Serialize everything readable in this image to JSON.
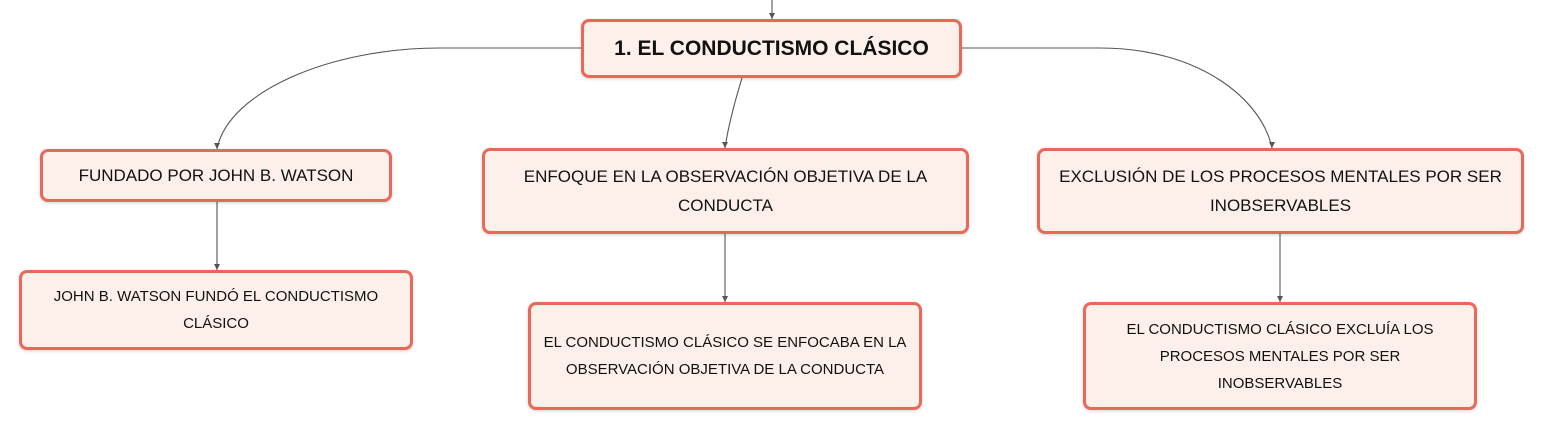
{
  "colors": {
    "node_fill": "#fdf0ea",
    "node_border": "#e8695a",
    "connector": "#555555"
  },
  "map": {
    "root": {
      "label": "1. EL CONDUCTISMO CLÁSICO"
    },
    "branches": [
      {
        "label": "FUNDADO POR JOHN B. WATSON",
        "child": "JOHN B. WATSON FUNDÓ EL CONDUCTISMO CLÁSICO"
      },
      {
        "label": "ENFOQUE EN LA OBSERVACIÓN OBJETIVA DE LA CONDUCTA",
        "child": "EL CONDUCTISMO CLÁSICO SE ENFOCABA EN LA OBSERVACIÓN OBJETIVA DE LA CONDUCTA"
      },
      {
        "label": "EXCLUSIÓN DE LOS PROCESOS MENTALES POR SER INOBSERVABLES",
        "child": "EL CONDUCTISMO CLÁSICO EXCLUÍA LOS PROCESOS MENTALES POR SER INOBSERVABLES"
      }
    ]
  }
}
